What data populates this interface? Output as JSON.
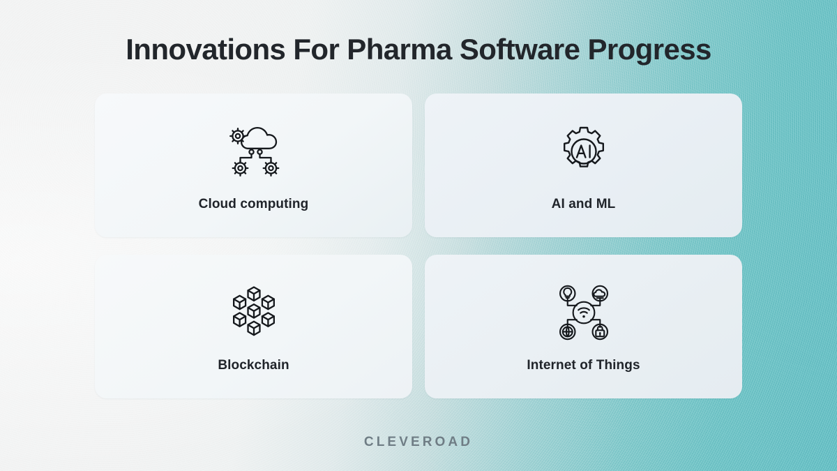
{
  "slide": {
    "title": "Innovations For Pharma Software Progress",
    "background": {
      "from": "#f2f3f3",
      "to": "#63bcc1"
    }
  },
  "cards": [
    {
      "label": "Cloud computing",
      "icon": "cloud-computing-gears-icon",
      "card_color": "#f4f7f9"
    },
    {
      "label": "AI and ML",
      "icon": "gear-ai-icon",
      "card_color": "#eaf0f4"
    },
    {
      "label": "Blockchain",
      "icon": "blockchain-cubes-icon",
      "card_color": "#f4f7f9"
    },
    {
      "label": "Internet of Things",
      "icon": "iot-network-icon",
      "card_color": "#eaf0f4"
    }
  ],
  "footer": {
    "wordmark": "CLEVEROAD",
    "color": "#6f7d85"
  }
}
